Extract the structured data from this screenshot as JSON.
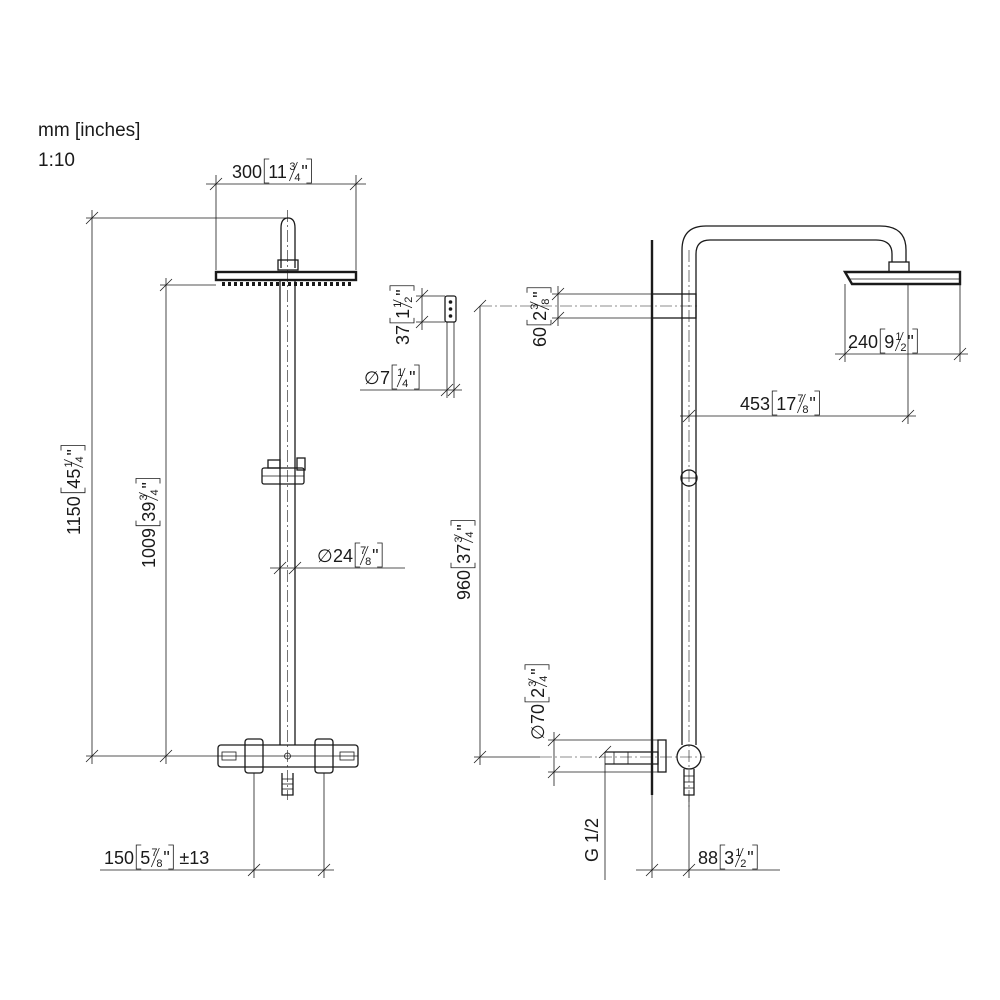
{
  "header": {
    "units": "mm [inches]",
    "scale": "1:10"
  },
  "dimensions": {
    "head_width": {
      "mm": "300",
      "in_whole": "11",
      "num": "3",
      "den": "4",
      "quote": "\""
    },
    "total_height": {
      "mm": "1150",
      "in_whole": "45",
      "num": "1",
      "den": "4",
      "quote": "\""
    },
    "rail_height": {
      "mm": "1009",
      "in_whole": "39",
      "num": "3",
      "den": "4",
      "quote": "\""
    },
    "rail_dia": {
      "prefix": "∅",
      "mm": "24",
      "in_whole": "",
      "num": "7",
      "den": "8",
      "quote": "\""
    },
    "valve_spacing": {
      "mm": "150",
      "in_whole": "5",
      "num": "7",
      "den": "8",
      "quote": "\"",
      "tol": "±13"
    },
    "bracket_len": {
      "mm": "37",
      "in_whole": "1",
      "num": "1",
      "den": "2",
      "quote": "\""
    },
    "bracket_dia": {
      "prefix": "∅",
      "mm": "7",
      "in_whole": "",
      "num": "1",
      "den": "4",
      "quote": "\""
    },
    "bracket_h": {
      "mm": "60",
      "in_whole": "2",
      "num": "3",
      "den": "8",
      "quote": "\""
    },
    "arm_height": {
      "mm": "960",
      "in_whole": "37",
      "num": "3",
      "den": "4",
      "quote": "\""
    },
    "escutcheon": {
      "prefix": "∅",
      "mm": "70",
      "in_whole": "2",
      "num": "3",
      "den": "4",
      "quote": "\""
    },
    "thread": {
      "label": "G 1/2"
    },
    "projection": {
      "mm": "88",
      "in_whole": "3",
      "num": "1",
      "den": "2",
      "quote": "\""
    },
    "side_head": {
      "mm": "240",
      "in_whole": "9",
      "num": "1",
      "den": "2",
      "quote": "\""
    },
    "arm_reach": {
      "mm": "453",
      "in_whole": "17",
      "num": "7",
      "den": "8",
      "quote": "\""
    }
  }
}
